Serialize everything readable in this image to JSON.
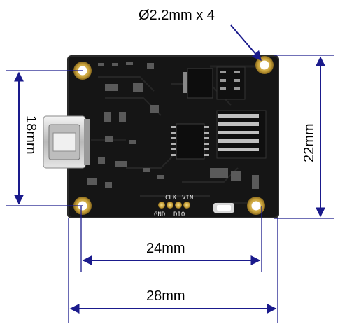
{
  "hole_annotation": "Ø2.2mm x 4",
  "dimensions": {
    "height_left": "18mm",
    "height_right": "22mm",
    "width_inner": "24mm",
    "width_outer": "28mm"
  },
  "pin_labels": {
    "clk": "CLK",
    "vin": "VIN",
    "gnd": "GND",
    "dio": "DIO"
  },
  "colors": {
    "board": "#151515",
    "pad_gold": "#c9a23a",
    "dimension_lines": "#1a1a8c",
    "silkscreen": "#e8e8e8"
  }
}
